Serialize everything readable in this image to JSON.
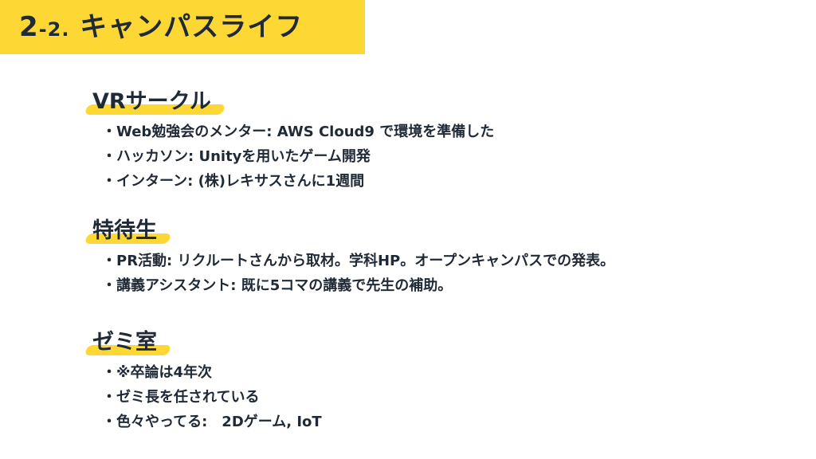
{
  "title": {
    "main_number": "2",
    "sub_number": "-2.",
    "text": " キャンパスライフ"
  },
  "sections": [
    {
      "heading": "VRサークル",
      "items": [
        "Web勉強会のメンター: AWS Cloud9 で環境を準備した",
        "ハッカソン: Unityを用いたゲーム開発",
        "インターン: (株)レキサスさんに1週間"
      ]
    },
    {
      "heading": "特待生",
      "items": [
        "PR活動: リクルートさんから取材。学科HP。オープンキャンパスでの発表。",
        "講義アシスタント: 既に5コマの講義で先生の補助。"
      ]
    },
    {
      "heading": "ゼミ室",
      "items": [
        "※卒論は4年次",
        "ゼミ長を任されている",
        "色々やってる:　2Dゲーム, IoT"
      ]
    }
  ],
  "bullet": "・",
  "colors": {
    "accent": "#fdd835",
    "text": "#1f2a36"
  }
}
